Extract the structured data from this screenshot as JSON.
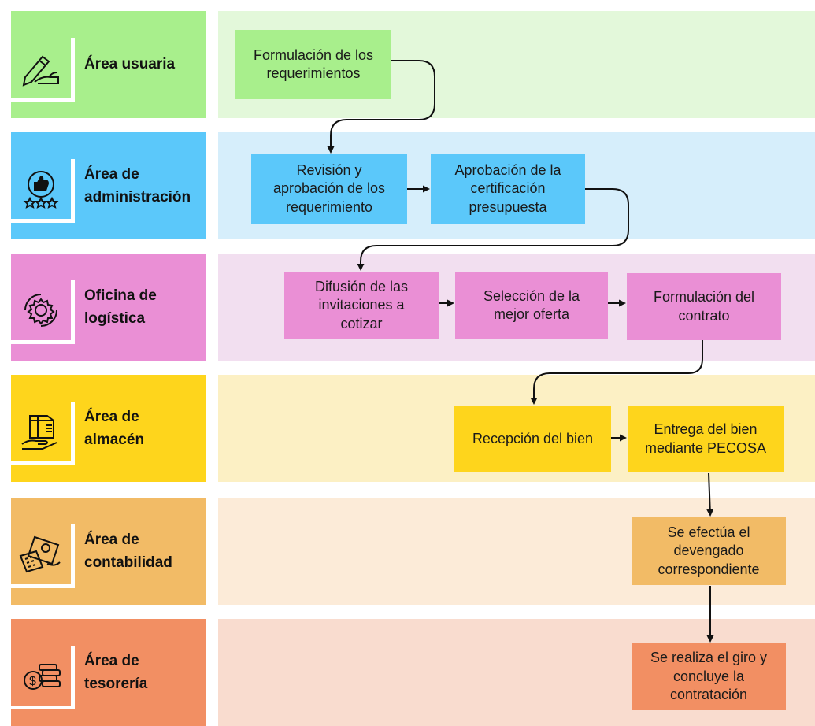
{
  "lanes": [
    {
      "id": "usuaria",
      "label": "Área usuaria",
      "icon": "hand-writing-icon",
      "head_color": "#a8ef8c",
      "bg_color": "#e3f8da"
    },
    {
      "id": "administracion",
      "label": "Área de\nadministración",
      "icon": "thumbs-up-rating-icon",
      "head_color": "#5bc8fa",
      "bg_color": "#d6eefb"
    },
    {
      "id": "logistica",
      "label": "Oficina de\nlogística",
      "icon": "gear-cycle-icon",
      "head_color": "#ea8fd5",
      "bg_color": "#f2dff0"
    },
    {
      "id": "almacen",
      "label": "Área de\nalmacén",
      "icon": "package-delivery-icon",
      "head_color": "#fed51c",
      "bg_color": "#fcf0c4"
    },
    {
      "id": "contabilidad",
      "label": "Área de\ncontabilidad",
      "icon": "calculator-invoice-icon",
      "head_color": "#f2bb66",
      "bg_color": "#fcebd8"
    },
    {
      "id": "tesoreria",
      "label": "Área de\ntesorería",
      "icon": "money-coins-icon",
      "head_color": "#f28f63",
      "bg_color": "#f9dccf"
    }
  ],
  "steps": {
    "formulacion_requerimientos": "Formulación de los\nrequerimientos",
    "revision_aprobacion": "Revisión y\naprobación de los\nrequerimiento",
    "aprobacion_certificacion": "Aprobación de la\ncertificación\npresupuesta",
    "difusion_invitaciones": "Difusión de las\ninvitaciones a\ncotizar",
    "seleccion_oferta": "Selección de la\nmejor oferta",
    "formulacion_contrato": "Formulación del\ncontrato",
    "recepcion_bien": "Recepción del bien",
    "entrega_bien": "Entrega del bien\nmediante PECOSA",
    "devengado": "Se efectúa el\ndevengado\ncorrespondiente",
    "giro": "Se realiza el giro y\nconcluye la\ncontratación"
  }
}
